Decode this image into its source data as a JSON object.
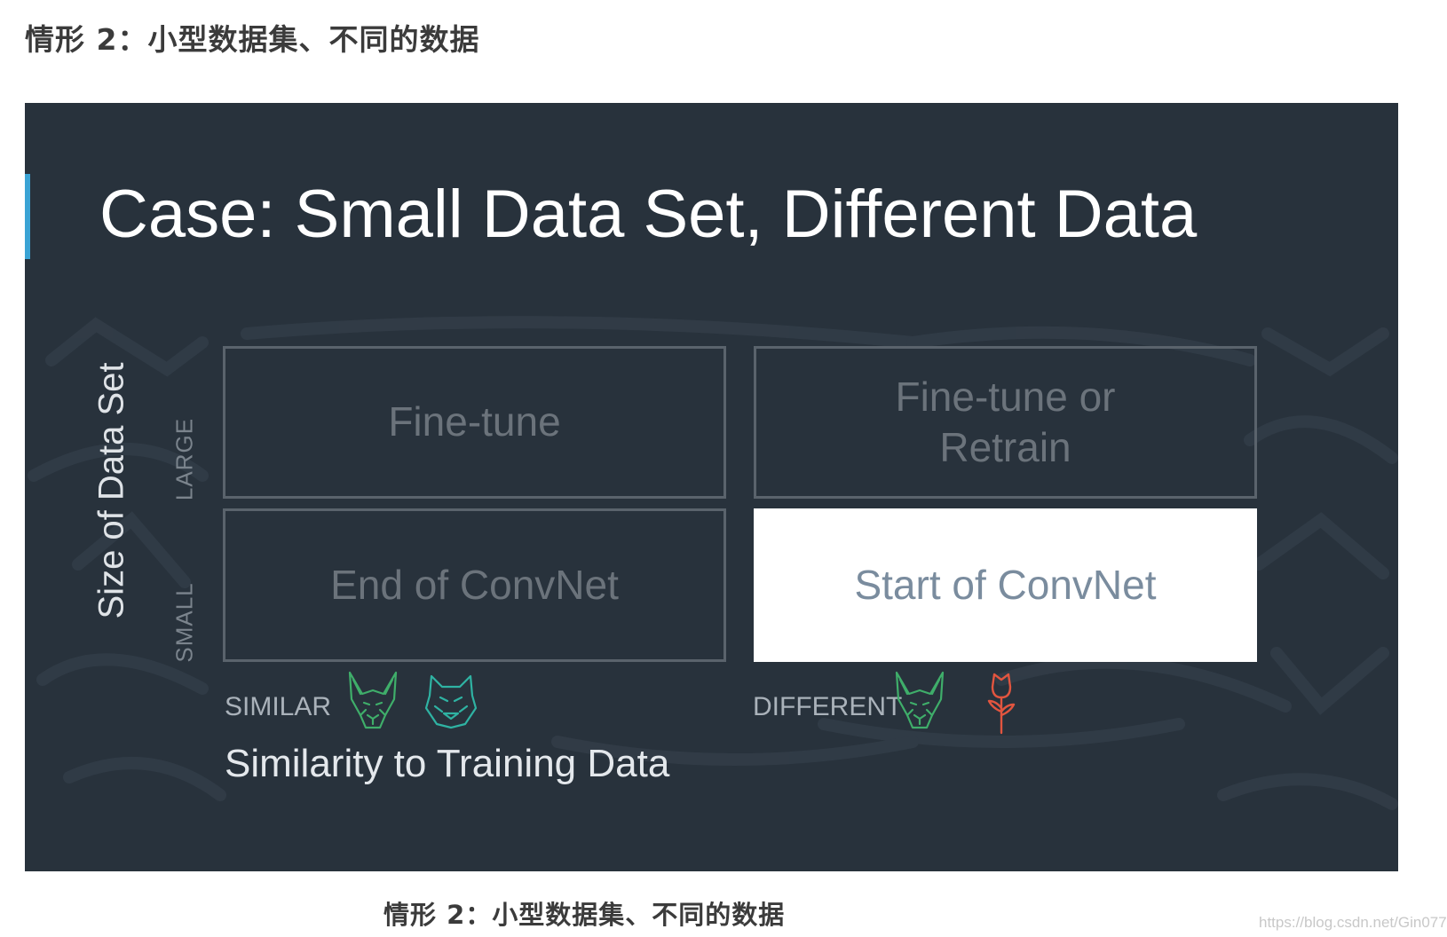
{
  "page": {
    "heading": "情形 2：小型数据集、不同的数据",
    "caption": "情形 2：小型数据集、不同的数据",
    "watermark": "https://blog.csdn.net/Gin077"
  },
  "slide": {
    "title": "Case: Small Data Set, Different Data",
    "accent_color": "#3aa3d4",
    "background_color": "#28323c",
    "y_axis": {
      "title": "Size of Data Set",
      "ticks": [
        "LARGE",
        "SMALL"
      ]
    },
    "x_axis": {
      "title": "Similarity to Training Data",
      "ticks": [
        "SIMILAR",
        "DIFFERENT"
      ]
    },
    "grid": {
      "large_similar": "Fine-tune",
      "large_different_line1": "Fine-tune or",
      "large_different_line2": "Retrain",
      "small_similar": "End of ConvNet",
      "small_different": "Start of ConvNet",
      "highlighted": "small_different"
    },
    "icons": {
      "similar": [
        "dog-icon",
        "wolf-icon"
      ],
      "different": [
        "dog-icon",
        "rose-icon"
      ],
      "dog_color": "#3fae6a",
      "wolf_color": "#2fb3a3",
      "rose_color": "#e2553f"
    }
  }
}
